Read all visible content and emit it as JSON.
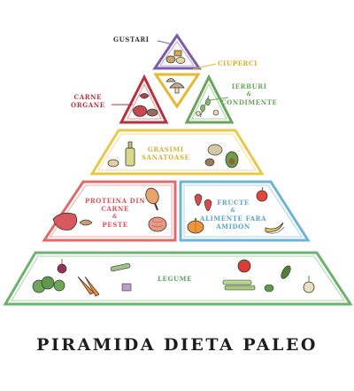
{
  "title": "PIRAMIDA DIETA PALEO",
  "tiers": {
    "gustari": {
      "label": "GUSTARI",
      "color": "#7b5ea7"
    },
    "ciuperci": {
      "label": "CIUPERCI",
      "color": "#e8b830"
    },
    "carne_organe": {
      "line1": "CARNE",
      "line2": "ORGANE",
      "color": "#b8323c"
    },
    "ierburi": {
      "line1": "IERBURI",
      "amp": "&",
      "line2": "CONDIMENTE",
      "color": "#6aa55b"
    },
    "grasimi": {
      "line1": "GRASIMI",
      "line2": "SANATOASE",
      "color": "#e7c84a"
    },
    "proteina": {
      "line1": "PROTEINA DIN",
      "line2": "CARNE",
      "amp": "&",
      "line3": "PESTE",
      "color": "#e06b6b"
    },
    "fructe": {
      "line1": "FRUCTE",
      "amp": "&",
      "line2": "ALIMENTE FARA",
      "line3": "AMIDON",
      "color": "#6fb3d6"
    },
    "legume": {
      "label": "LEGUME",
      "color": "#6bb36e"
    }
  },
  "icons": [
    "nuts-icon",
    "mushroom-icon",
    "steak-icon",
    "herb-icon",
    "oil-bottle-icon",
    "avocado-icon",
    "drumstick-icon",
    "fish-icon",
    "strawberry-icon",
    "apple-icon",
    "pumpkin-icon",
    "banana-icon",
    "beet-icon",
    "broccoli-icon",
    "carrot-icon",
    "tomato-icon",
    "celery-icon",
    "onion-icon"
  ]
}
